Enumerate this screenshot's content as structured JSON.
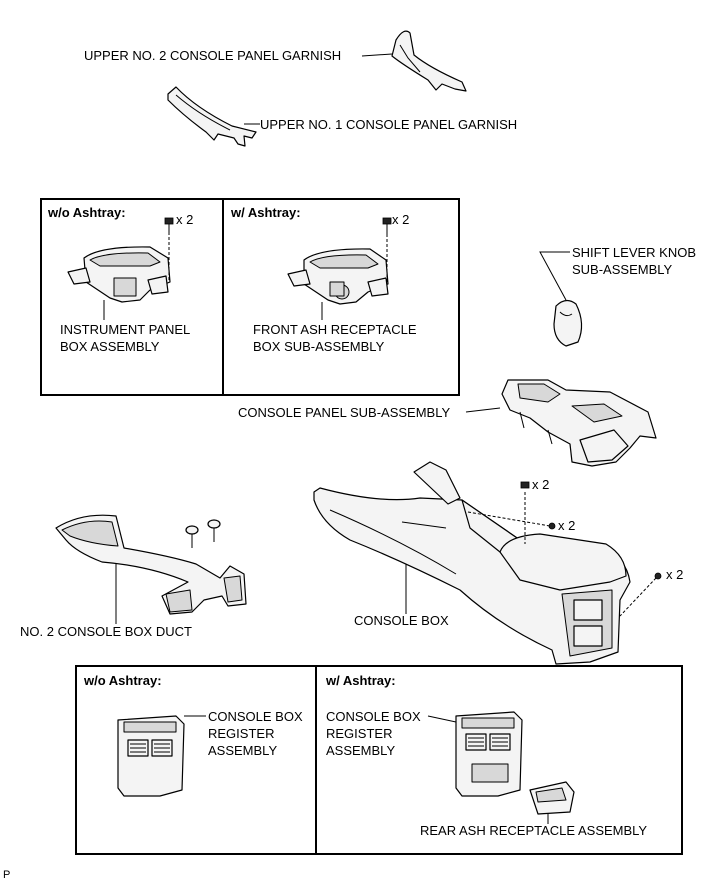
{
  "parts": {
    "upper_no2_garnish": "UPPER NO. 2 CONSOLE PANEL GARNISH",
    "upper_no1_garnish": "UPPER NO. 1 CONSOLE PANEL GARNISH",
    "instrument_panel_box": "INSTRUMENT PANEL\nBOX ASSEMBLY",
    "front_ash_receptacle": "FRONT ASH RECEPTACLE\nBOX SUB-ASSEMBLY",
    "shift_lever_knob": "SHIFT LEVER KNOB\nSUB-ASSEMBLY",
    "console_panel": "CONSOLE PANEL SUB-ASSEMBLY",
    "no2_console_box_duct": "NO. 2 CONSOLE BOX DUCT",
    "console_box": "CONSOLE BOX",
    "register_without": "CONSOLE BOX\nREGISTER\nASSEMBLY",
    "register_with": "CONSOLE BOX\nREGISTER\nASSEMBLY",
    "rear_ash_receptacle": "REAR ASH RECEPTACLE ASSEMBLY"
  },
  "variants": {
    "without_ashtray": "w/o Ashtray:",
    "with_ashtray": "w/ Ashtray:",
    "lower_without_ashtray": "w/o Ashtray:",
    "lower_with_ashtray": "w/ Ashtray:"
  },
  "quantities": {
    "ip_box_screw": "x 2",
    "ash_box_screw": "x 2",
    "console_top_screw": "x 2",
    "console_side_screw": "x 2",
    "console_rear_screw": "x 2"
  },
  "footer": {
    "code": "P"
  }
}
